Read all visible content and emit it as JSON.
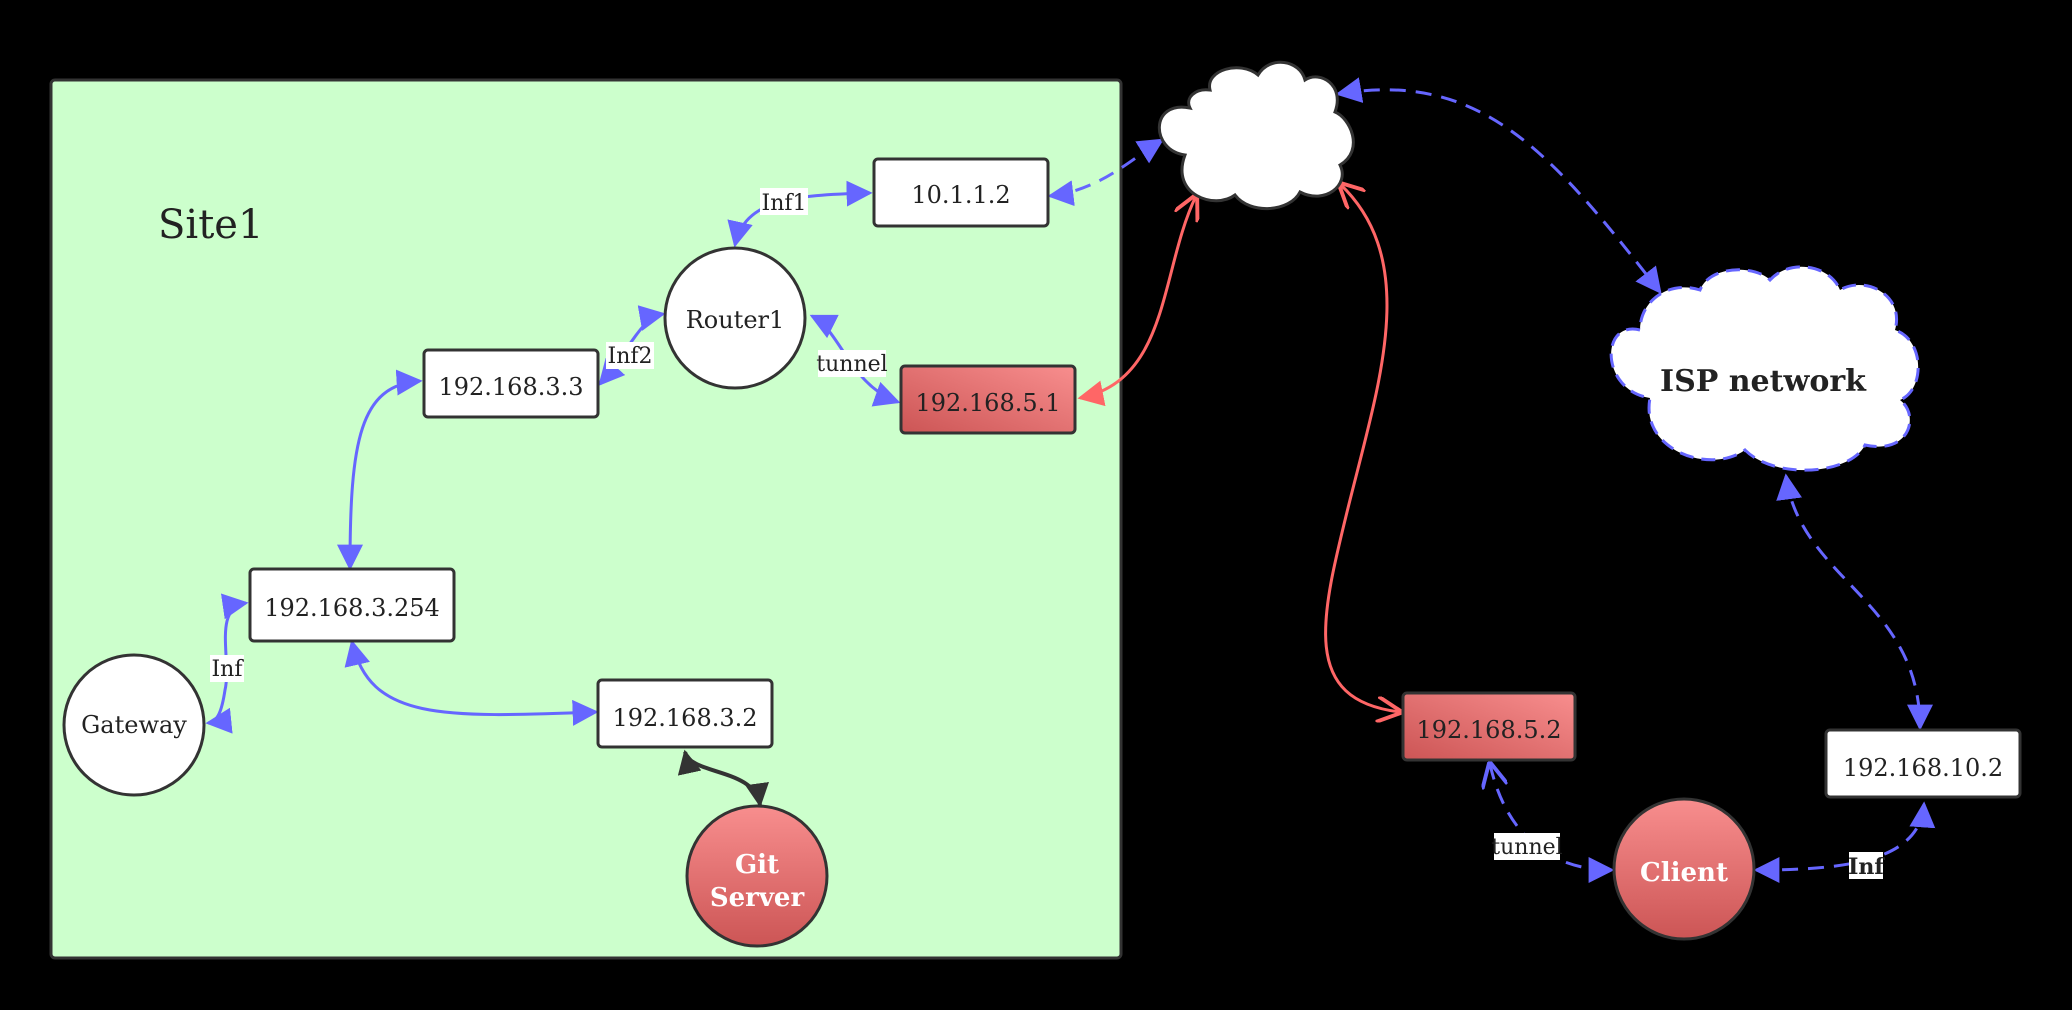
{
  "colors": {
    "background": "#000000",
    "site_fill": "#ccffcc",
    "node_stroke": "#333333",
    "blue_edge": "#6666ff",
    "red_edge": "#ff6666",
    "red_node_light": "#f38a8a",
    "red_node_dark": "#d05a5a",
    "black_edge": "#333333"
  },
  "site": {
    "label": "Site1"
  },
  "nodes": {
    "ip_10_1_1_2": "10.1.1.2",
    "router1": "Router1",
    "ip_192_168_3_3": "192.168.3.3",
    "ip_192_168_5_1": "192.168.5.1",
    "ip_192_168_3_254": "192.168.3.254",
    "gateway": "Gateway",
    "ip_192_168_3_2": "192.168.3.2",
    "git_server_line1": "Git",
    "git_server_line2": "Server",
    "internet_cloud": "",
    "isp_network": "ISP network",
    "ip_192_168_5_2": "192.168.5.2",
    "client": "Client",
    "ip_192_168_10_2": "192.168.10.2"
  },
  "edge_labels": {
    "inf1": "Inf1",
    "inf2": "Inf2",
    "tunnel_site": "tunnel",
    "inf_gateway": "Inf",
    "tunnel_client": "tunnel",
    "inf_client": "Inf"
  }
}
